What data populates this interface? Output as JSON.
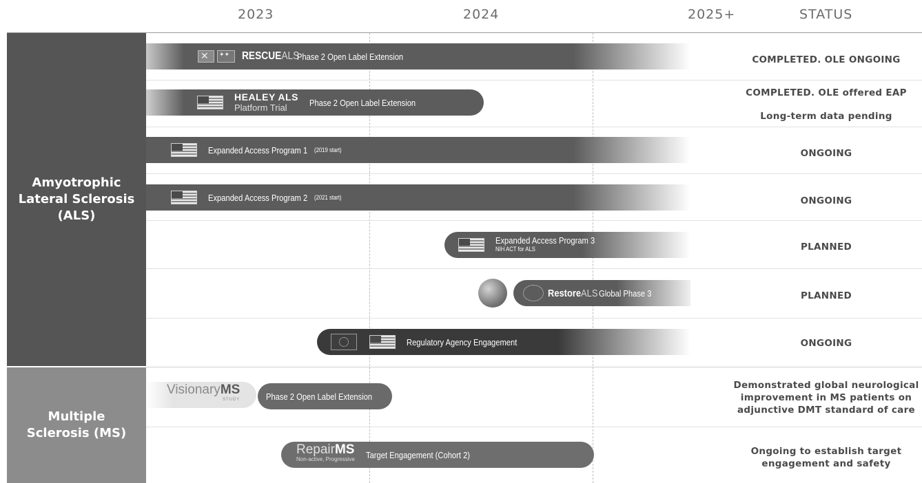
{
  "header": {
    "col_2023": "2023",
    "col_2024": "2024",
    "col_2025": "2025+",
    "col_status": "STATUS"
  },
  "sections": {
    "als": "Amyotrophic Lateral Sclerosis (ALS)",
    "ms": "Multiple Sclerosis (MS)"
  },
  "rows": {
    "rescue": {
      "brand_bold": "RESCUE",
      "brand_light": "ALS",
      "text": "Phase 2  Open Label Extension",
      "status": "COMPLETED. OLE ONGOING"
    },
    "healey": {
      "brand_line1": "HEALEY ALS",
      "brand_line2": "Platform Trial",
      "text": "Phase 2  Open Label Extension",
      "status_line1": "COMPLETED. OLE offered EAP",
      "status_line2": "Long-term data pending"
    },
    "eap1": {
      "text": "Expanded Access Program 1",
      "note": "(2019 start)",
      "status": "ONGOING"
    },
    "eap2": {
      "text": "Expanded Access Program 2",
      "note": "(2021 start)",
      "status": "ONGOING"
    },
    "eap3": {
      "text": "Expanded Access Program 3",
      "note": "NIH ACT for ALS",
      "status": "PLANNED"
    },
    "restore": {
      "brand_bold": "Restore",
      "brand_light": "ALS",
      "text": "Global Phase 3",
      "status": "PLANNED"
    },
    "regulatory": {
      "text": "Regulatory Agency Engagement",
      "status": "ONGOING"
    },
    "visionary": {
      "brand_light": "Visionary",
      "brand_bold": "MS",
      "brand_sub": "STUDY",
      "text": "Phase 2  Open Label Extension",
      "status": "Demonstrated global neurological improvement in MS patients on adjunctive DMT standard of care"
    },
    "repair": {
      "brand_light": "Repair",
      "brand_bold": "MS",
      "brand_sub": "Non-active, Progressive",
      "text": "Target Engagement (Cohort 2)",
      "status": "Ongoing to establish target engagement and safety"
    }
  },
  "colors": {
    "als_panel": "#555555",
    "ms_panel": "#8c8c8c",
    "bar_dark": "#5c5c5c",
    "bar_darkest": "#3a3a3a",
    "status_text": "#4a4a4a"
  },
  "icons": [
    "uk-flag-icon",
    "australia-flag-icon",
    "us-flag-icon",
    "eu-flag-icon",
    "globe-icon",
    "brain-icon"
  ]
}
